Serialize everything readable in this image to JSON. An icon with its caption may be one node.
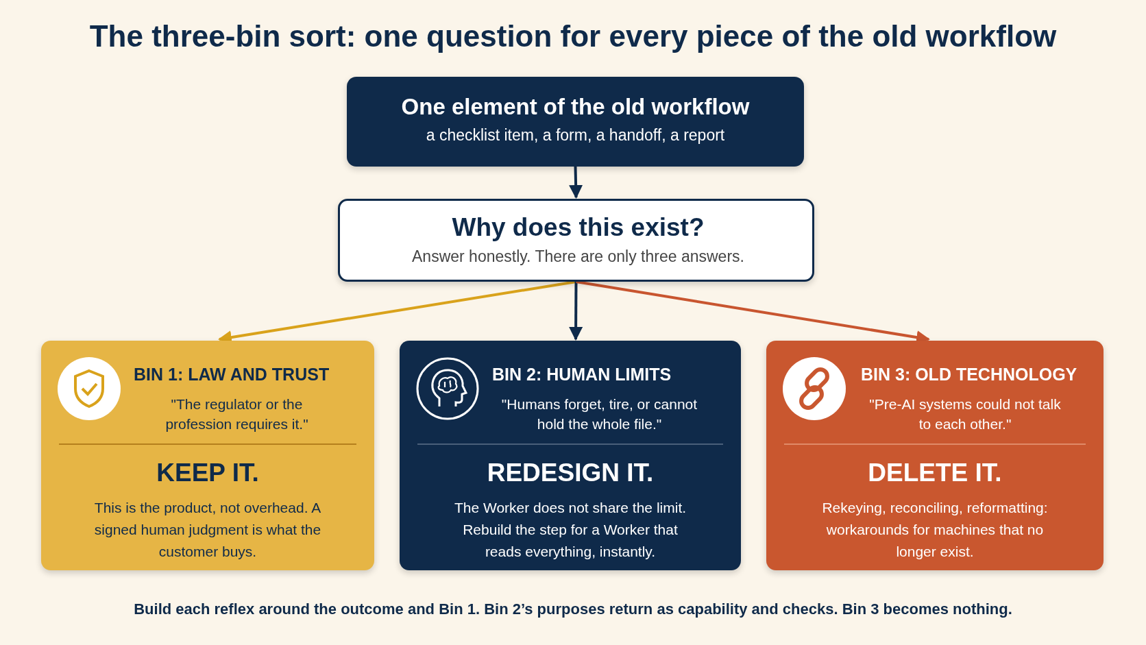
{
  "diagram": {
    "title": "The three-bin sort: one question for every piece of the old workflow",
    "nodes": [
      {
        "text": [
          "One element of the old workflow",
          "a checklist item, a form, a handoff, a report"
        ]
      },
      {
        "text": [
          "Why does this exist?",
          "Answer honestly. There are only three answers."
        ]
      },
      {
        "text": [
          "BIN 1: LAW AND TRUST",
          "\"The regulator or the profession requires it.\"",
          "KEEP IT.",
          "This is the product, not overhead. A signed human judgment is what the customer buys."
        ]
      },
      {
        "text": [
          "BIN 2: HUMAN LIMITS",
          "\"Humans forget, tire, or cannot hold the whole file.\"",
          "REDESIGN IT.",
          "The Worker does not share the limit. Rebuild the step for a Worker that reads everything, instantly."
        ]
      },
      {
        "text": [
          "BIN 3: OLD TECHNOLOGY",
          "\"Pre-AI systems could not talk to each other.\"",
          "DELETE IT.",
          "Rekeying, reconciling, reformatting: workarounds for machines that no longer exist."
        ]
      }
    ],
    "edges": [
      {
        "from": 0,
        "to": 1,
        "arrow": "to"
      },
      {
        "from": 1,
        "to": 2,
        "arrow": "to",
        "color": "#d9a21b"
      },
      {
        "from": 1,
        "to": 3,
        "arrow": "to"
      },
      {
        "from": 1,
        "to": 4,
        "arrow": "to",
        "color": "#c8552f"
      }
    ],
    "labels": [
      "Build each reflex around the outcome and Bin 1. Bin 2’s purposes return as capability and checks. Bin 3 becomes nothing."
    ]
  }
}
